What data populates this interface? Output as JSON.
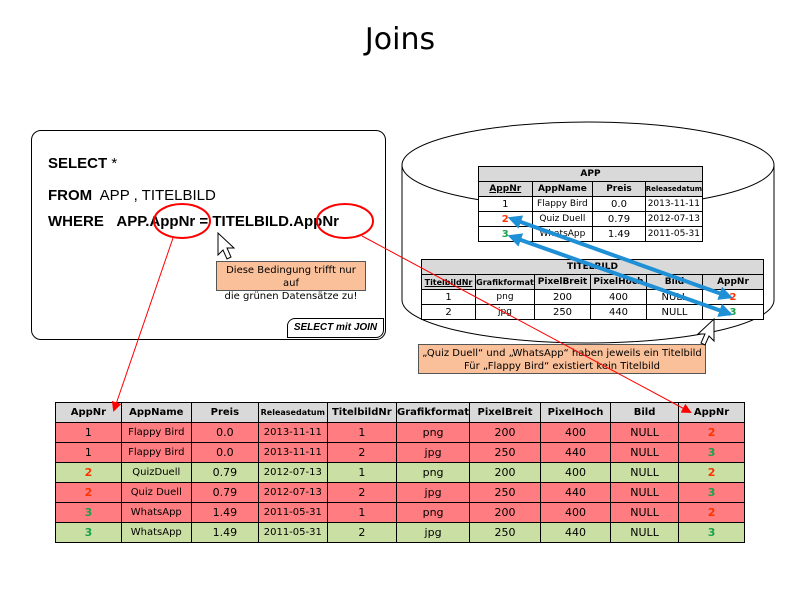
{
  "title": "Joins",
  "sql": {
    "line1_keyword": "SELECT",
    "line1_rest": " *",
    "line2_keyword": "FROM",
    "line2_rest": "  APP , TITELBILD",
    "line3_keyword": "WHERE",
    "line3_left": "APP.",
    "line3_left_col": "AppNr",
    "line3_eq": " = TITELBILD.",
    "line3_right_col": "AppNr",
    "box_label": "SELECT mit JOIN"
  },
  "notes": {
    "condition_line1": "Diese Bedingung trifft nur auf",
    "condition_line2": "die grünen Datensätze zu!",
    "titel_line1": "„Quiz Duell“ und „WhatsApp“ haben jeweils ein Titelbild",
    "titel_line2": "Für „Flappy Bird“ existiert kein Titelbild"
  },
  "app_table": {
    "caption": "APP",
    "headers": [
      "AppNr",
      "AppName",
      "Preis",
      "Releasedatum"
    ],
    "rows": [
      [
        "1",
        "Flappy Bird",
        "0.0",
        "2013-11-11"
      ],
      [
        "2",
        "Quiz Duell",
        "0.79",
        "2012-07-13"
      ],
      [
        "3",
        "WhatsApp",
        "1.49",
        "2011-05-31"
      ]
    ]
  },
  "titelbild_table": {
    "caption": "TITELBILD",
    "headers": [
      "TitelbildNr",
      "Grafikformat",
      "PixelBreit",
      "PixelHoch",
      "Bild",
      "AppNr"
    ],
    "rows": [
      [
        "1",
        "png",
        "200",
        "400",
        "NULL",
        "2"
      ],
      [
        "2",
        "jpg",
        "250",
        "440",
        "NULL",
        "3"
      ]
    ]
  },
  "result_table": {
    "headers": [
      "AppNr",
      "AppName",
      "Preis",
      "Releasedatum",
      "TitelbildNr",
      "Grafikformat",
      "PixelBreit",
      "PixelHoch",
      "Bild",
      "AppNr"
    ],
    "rows": [
      {
        "match": false,
        "cells": [
          "1",
          "Flappy Bird",
          "0.0",
          "2013-11-11",
          "1",
          "png",
          "200",
          "400",
          "NULL",
          "2"
        ]
      },
      {
        "match": false,
        "cells": [
          "1",
          "Flappy Bird",
          "0.0",
          "2013-11-11",
          "2",
          "jpg",
          "250",
          "440",
          "NULL",
          "3"
        ]
      },
      {
        "match": true,
        "cells": [
          "2",
          "QuizDuell",
          "0.79",
          "2012-07-13",
          "1",
          "png",
          "200",
          "400",
          "NULL",
          "2"
        ]
      },
      {
        "match": false,
        "cells": [
          "2",
          "Quiz Duell",
          "0.79",
          "2012-07-13",
          "2",
          "jpg",
          "250",
          "440",
          "NULL",
          "3"
        ]
      },
      {
        "match": false,
        "cells": [
          "3",
          "WhatsApp",
          "1.49",
          "2011-05-31",
          "1",
          "png",
          "200",
          "400",
          "NULL",
          "2"
        ]
      },
      {
        "match": true,
        "cells": [
          "3",
          "WhatsApp",
          "1.49",
          "2011-05-31",
          "2",
          "jpg",
          "250",
          "440",
          "NULL",
          "3"
        ]
      }
    ]
  },
  "colors": {
    "mismatch_row": "#ff7c80",
    "match_row": "#c9dfa3",
    "appnr_2": "#ff3300",
    "appnr_3": "#1aa24a",
    "note_fill": "#f9c09a",
    "arrow_blue": "#1f8fd6",
    "annotation_red": "#ff0000"
  }
}
